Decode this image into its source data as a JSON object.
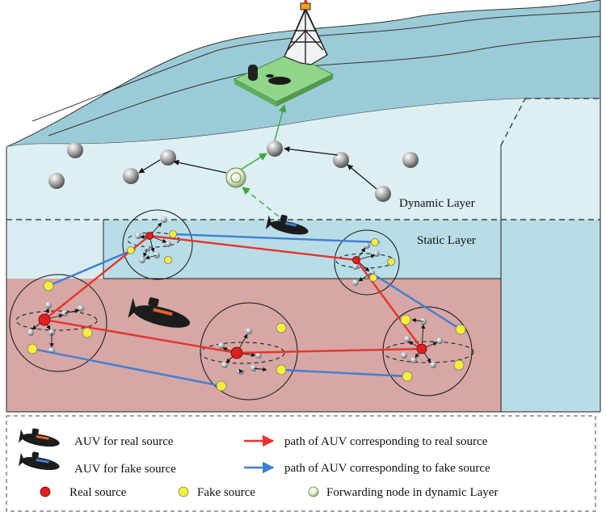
{
  "labels": {
    "dynamic_layer": "Dynamic Layer",
    "static_layer": "Static Layer"
  },
  "legend": {
    "auv_real": "AUV for real source",
    "auv_fake": "AUV for fake source",
    "path_real": "path of AUV corresponding to real source",
    "path_fake": "path of AUV corresponding to fake source",
    "real_source": "Real source",
    "fake_source": "Fake source",
    "forwarding_node": "Forwarding node in dynamic Layer"
  },
  "colors": {
    "sea_surface": "#9ccbd8",
    "dynamic_layer": "#dceff3",
    "static_layer": "#b8dde6",
    "seabed": "#d6a7a5",
    "real_path": "#e8322b",
    "fake_path": "#3f7fd0",
    "real_source": "#e02020",
    "fake_source": "#f5ee3a",
    "forwarding_node": "#d4e8b8",
    "platform": "#8fd68a",
    "auv_body": "#1c1c1c",
    "auv_real_accent": "#e0632a",
    "auv_fake_accent": "#3b7fd4"
  },
  "icons": {
    "platform": "oil-rig-icon",
    "auv_real": "submarine-icon-real",
    "auv_fake": "submarine-icon-fake"
  }
}
